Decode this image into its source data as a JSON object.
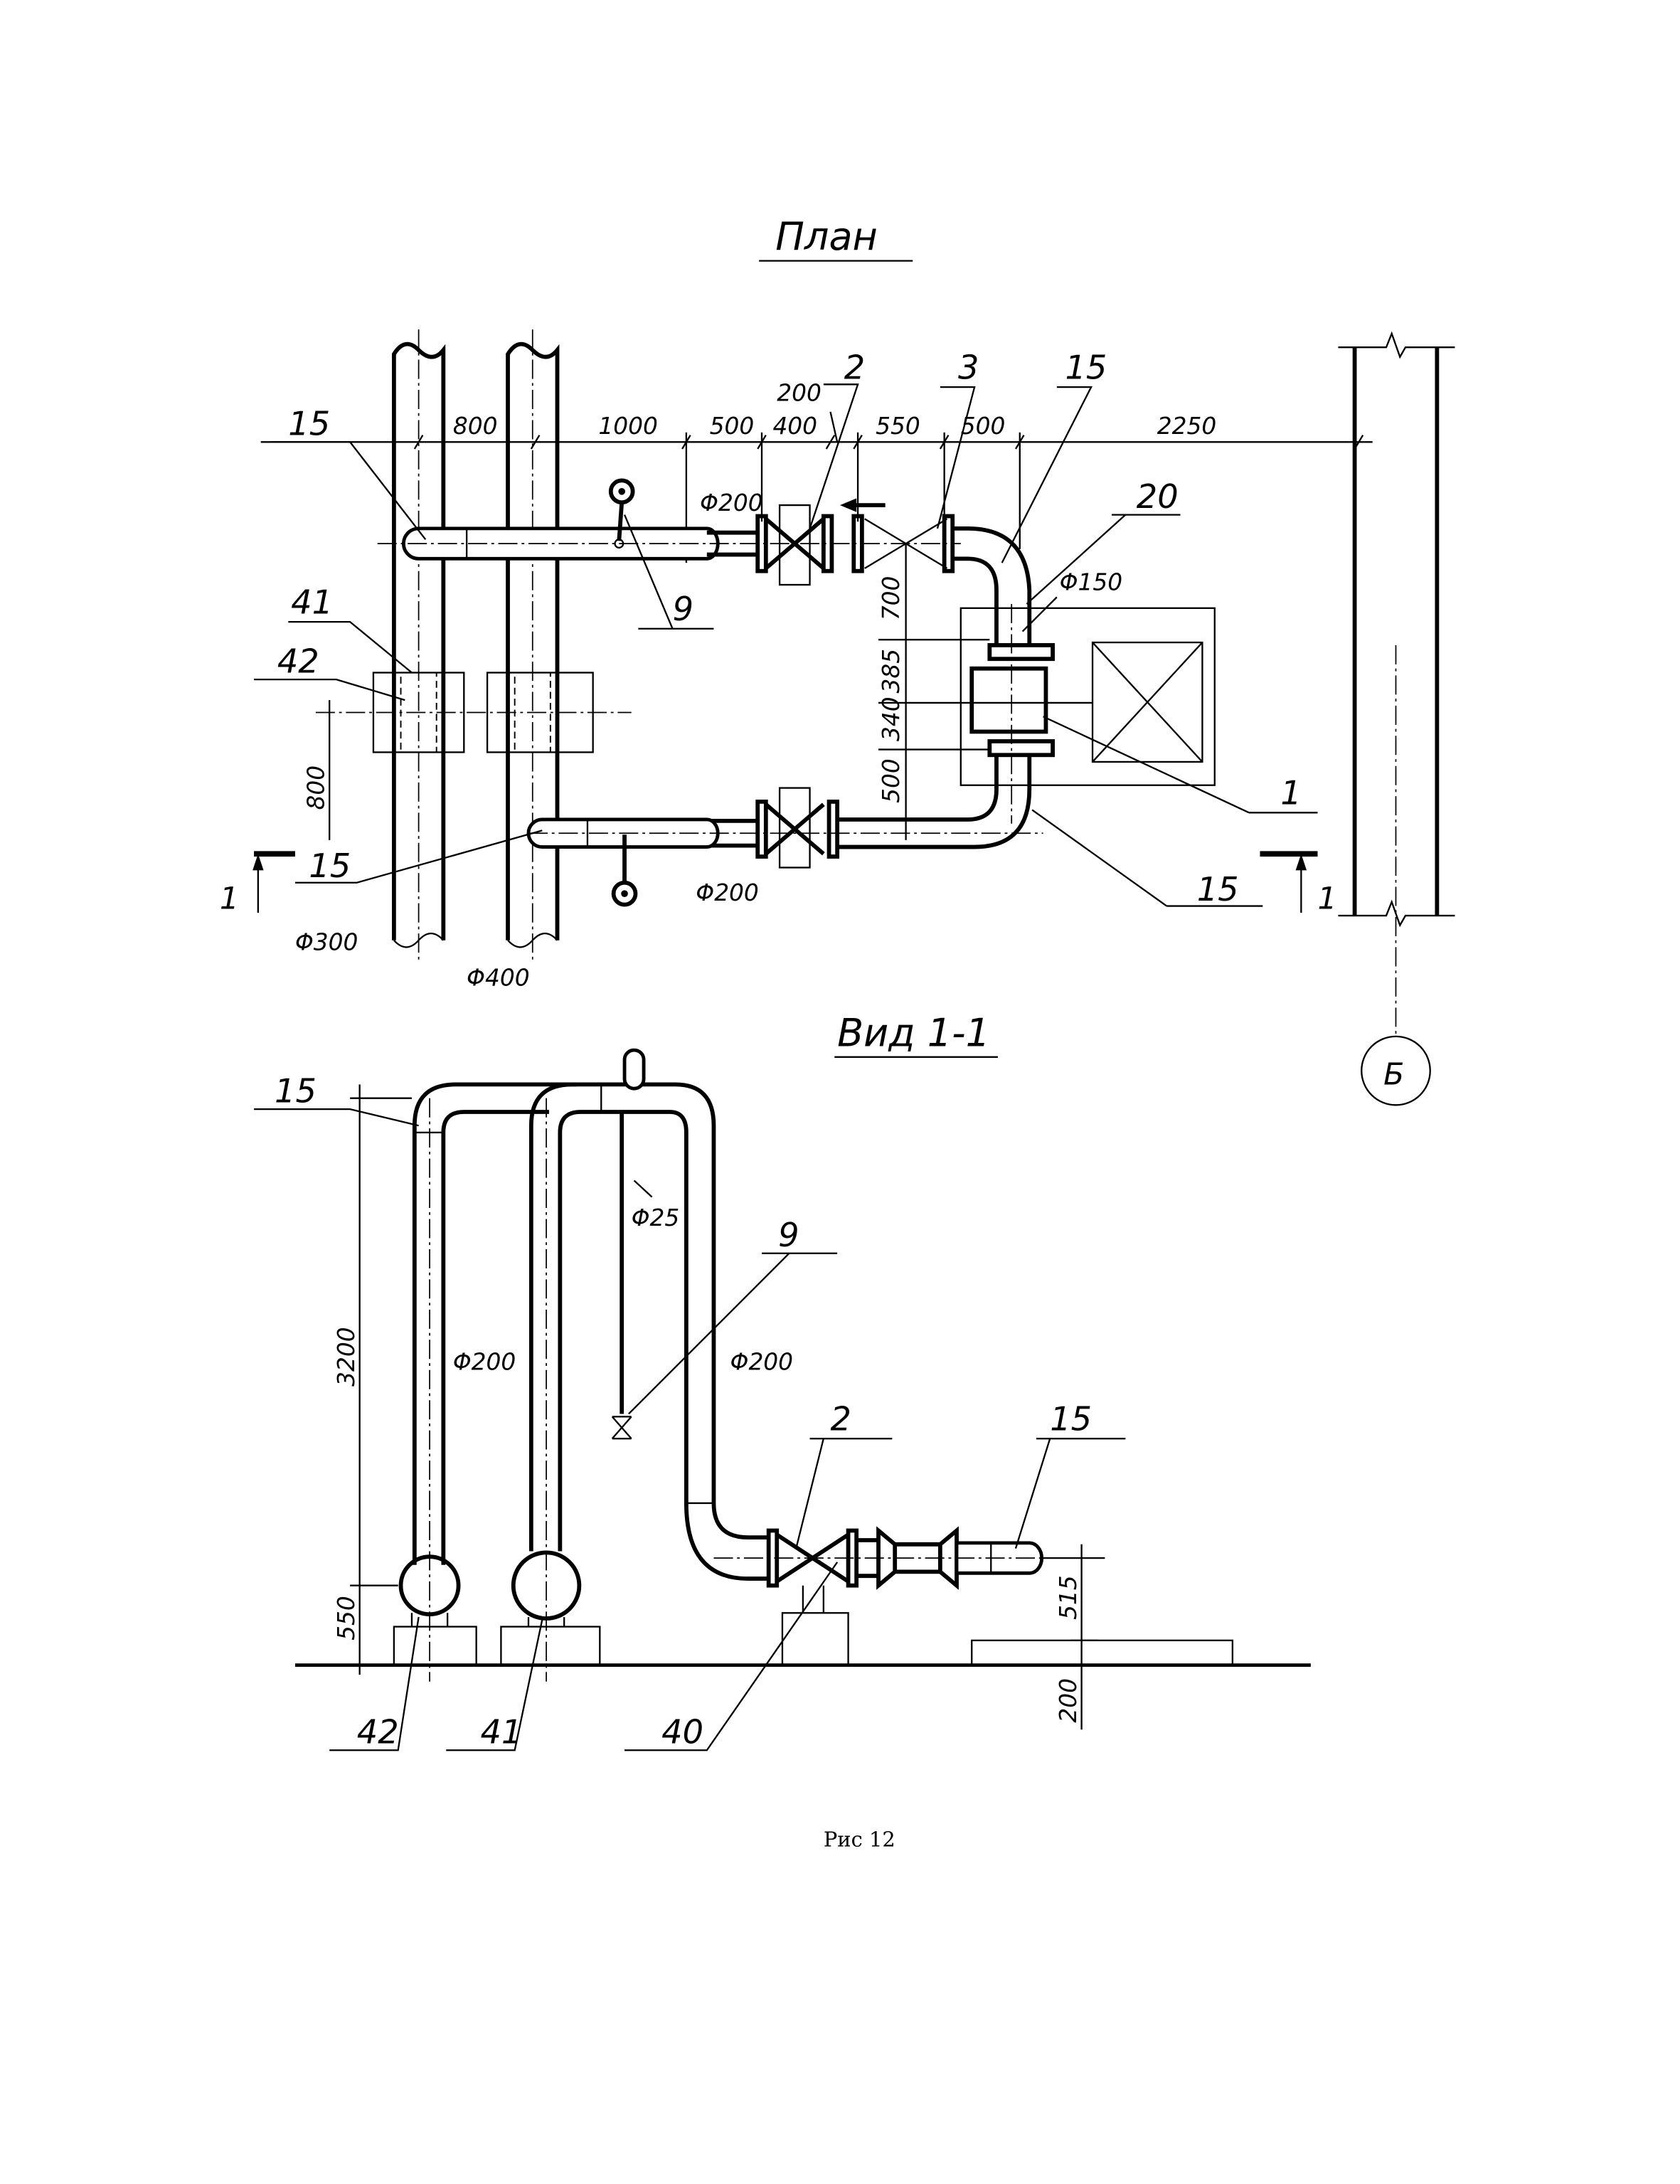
{
  "plan": {
    "title": "План",
    "dims_top": [
      "800",
      "1000",
      "500",
      "400",
      "200",
      "550",
      "500",
      "2250"
    ],
    "dims_vertical": [
      "700",
      "385",
      "340",
      "500"
    ],
    "dim_support": "800",
    "labels": {
      "pipe_15_top": "15",
      "support_41": "41",
      "support_42": "42",
      "pipe_15_bottom": "15",
      "d300": "Φ300",
      "d400": "Φ400",
      "item_9": "9",
      "d200_top": "Φ200",
      "d200_bottom": "Φ200",
      "item_2": "2",
      "item_3": "3",
      "item_15_right": "15",
      "item_20": "20",
      "d150": "Φ150",
      "item_1": "1",
      "item_15_bend": "15",
      "section_left": "1",
      "section_right": "1",
      "axis_b": "Б"
    }
  },
  "section": {
    "title": "Вид 1-1",
    "labels": {
      "item_15_left": "15",
      "dim_3200": "3200",
      "d200_left": "Φ200",
      "d25": "Φ25",
      "item_9": "9",
      "d200_right": "Φ200",
      "item_2": "2",
      "item_15_right": "15",
      "dim_550": "550",
      "dim_515": "515",
      "dim_200": "200",
      "item_42": "42",
      "item_41": "41",
      "item_40": "40"
    }
  },
  "caption": "Рис 12"
}
